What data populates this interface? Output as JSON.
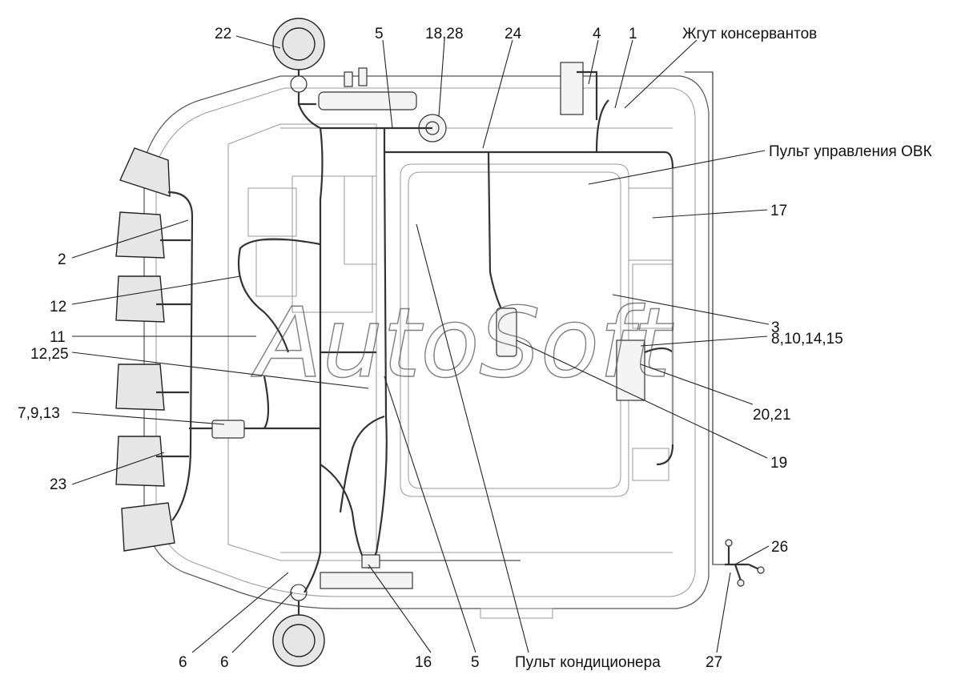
{
  "watermark": "AutoSoft",
  "labels": {
    "l22": "22",
    "l5_top": "5",
    "l18_28": "18,28",
    "l24": "24",
    "l4": "4",
    "l1": "1",
    "harness": "Жгут консервантов",
    "ovk_panel": "Пульт управления ОВК",
    "l17": "17",
    "l2": "2",
    "l12": "12",
    "l3": "3",
    "l11": "11",
    "l8_10_14_15": "8,10,14,15",
    "l12_25": "12,25",
    "l7_9_13": "7,9,13",
    "l20_21": "20,21",
    "l23": "23",
    "l19": "19",
    "l26": "26",
    "l6_a": "6",
    "l6_b": "6",
    "l16": "16",
    "l5_bottom": "5",
    "ac_panel": "Пульт кондиционера",
    "l27": "27"
  }
}
